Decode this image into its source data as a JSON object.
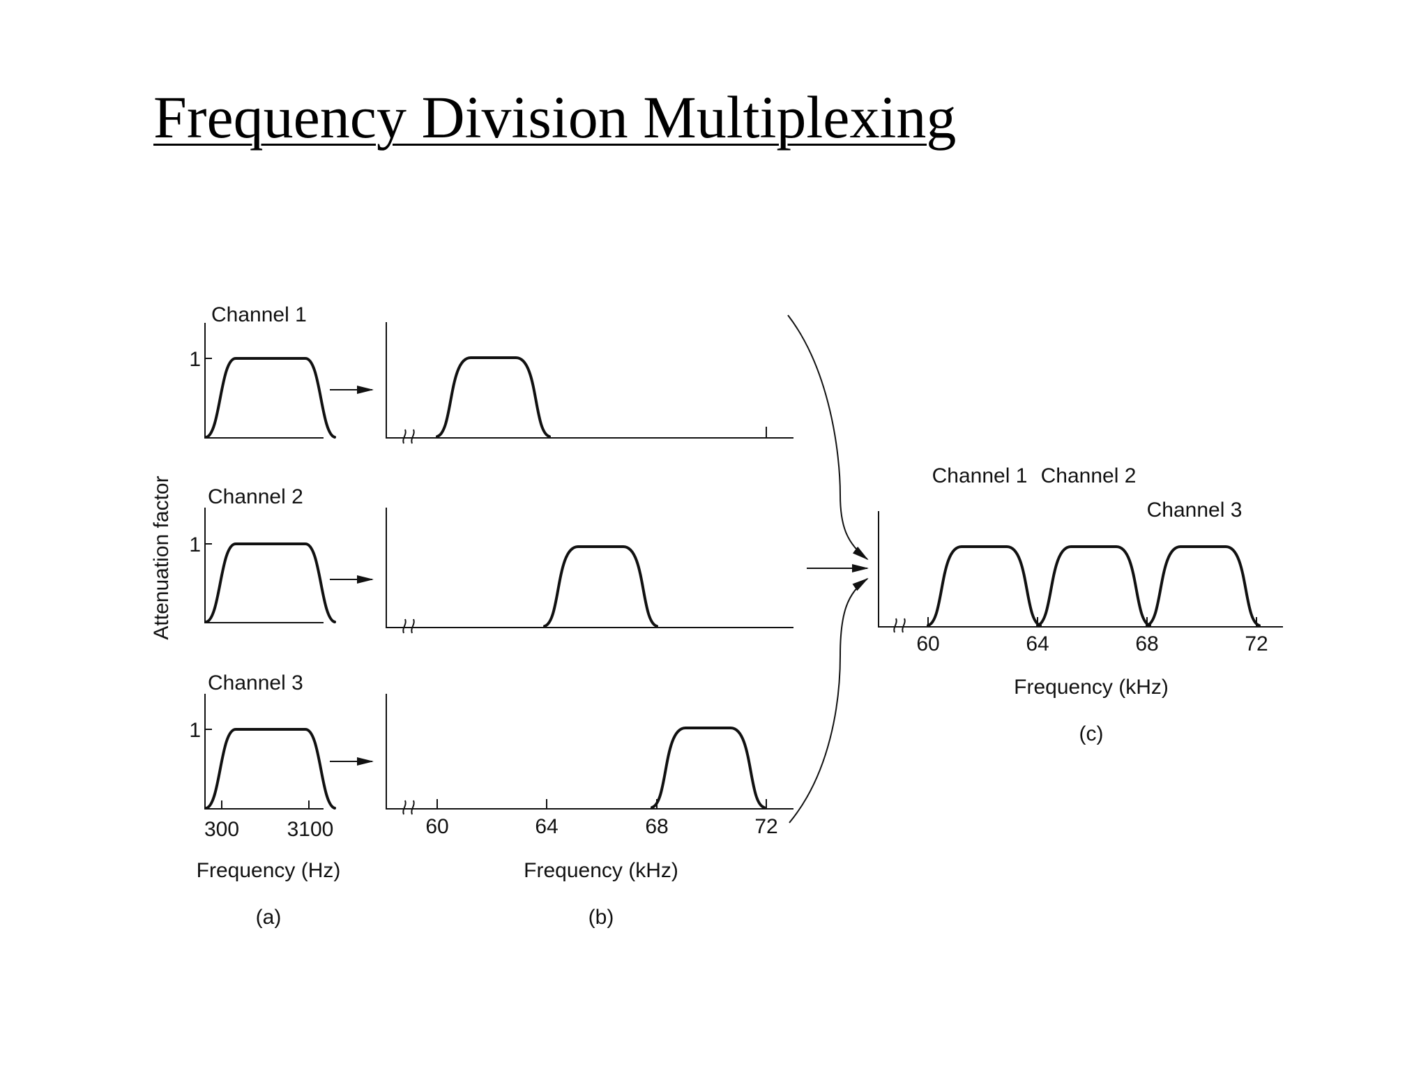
{
  "slide": {
    "title": "Frequency Division Multiplexing"
  },
  "diagram": {
    "y_axis_label": "Attenuation factor",
    "y_tick_label": "1",
    "panel_a": {
      "channels": [
        "Channel 1",
        "Channel 2",
        "Channel 3"
      ],
      "x_ticks": [
        "300",
        "3100"
      ],
      "x_label": "Frequency (Hz)",
      "caption": "(a)"
    },
    "panel_b": {
      "x_ticks": [
        "60",
        "64",
        "68",
        "72"
      ],
      "x_label": "Frequency (kHz)",
      "caption": "(b)"
    },
    "panel_c": {
      "channels": [
        "Channel 1",
        "Channel 2",
        "Channel 3"
      ],
      "x_ticks": [
        "60",
        "64",
        "68",
        "72"
      ],
      "x_label": "Frequency (kHz)",
      "caption": "(c)"
    }
  }
}
